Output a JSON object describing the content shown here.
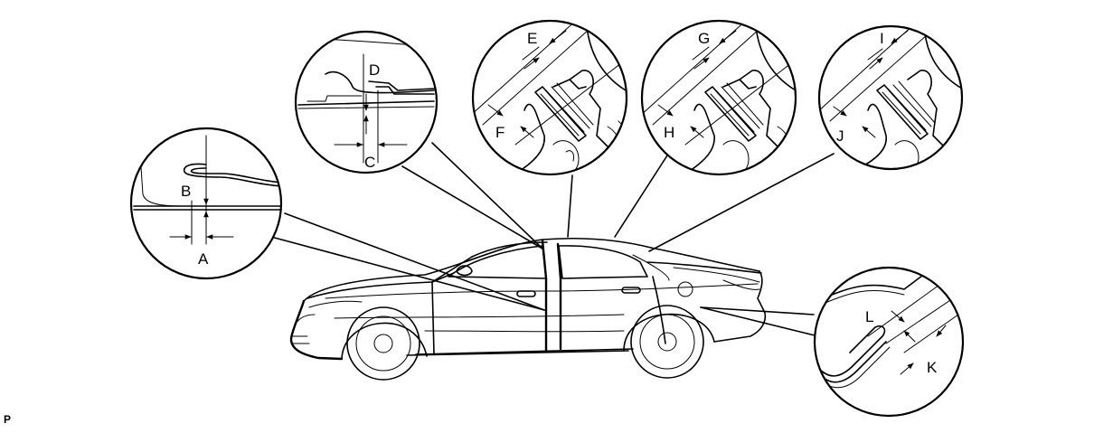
{
  "figure_marker": "P",
  "callouts": [
    {
      "id": "ab",
      "labels": [
        "A",
        "B"
      ]
    },
    {
      "id": "cd",
      "labels": [
        "C",
        "D"
      ]
    },
    {
      "id": "ef",
      "labels": [
        "E",
        "F"
      ]
    },
    {
      "id": "gh",
      "labels": [
        "G",
        "H"
      ]
    },
    {
      "id": "ij",
      "labels": [
        "I",
        "J"
      ]
    },
    {
      "id": "kl",
      "labels": [
        "K",
        "L"
      ]
    }
  ]
}
